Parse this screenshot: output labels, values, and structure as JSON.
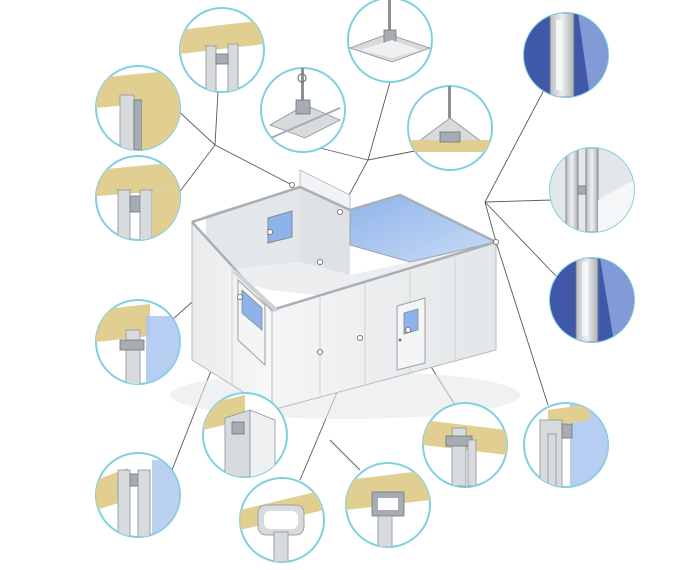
{
  "diagram": {
    "type": "cold-room sandwich panel assembly with joint detail callouts",
    "colors": {
      "callout_ring": "#7fd1e0",
      "insulation_core": "#e1cf92",
      "panel_white": "#f2f3f4",
      "glass_blue": "#a9c6ef",
      "profile_metal": "#d7dbde",
      "detail_blue": "#3f58a8"
    },
    "details": [
      "panel-joint-top-left",
      "wall-ceiling-profile",
      "ceiling-suspension-cross",
      "ceiling-hanger-rod",
      "ceiling-t-joint",
      "glass-frame-profile",
      "corner-profile-left",
      "h-profile-right",
      "glass-frame-profile-lower",
      "window-frame-profile",
      "floor-corner-profile",
      "floor-panel-joint",
      "floor-u-channel",
      "panel-joint-bottom",
      "door-frame-profile",
      "corner-glass-profile"
    ]
  }
}
